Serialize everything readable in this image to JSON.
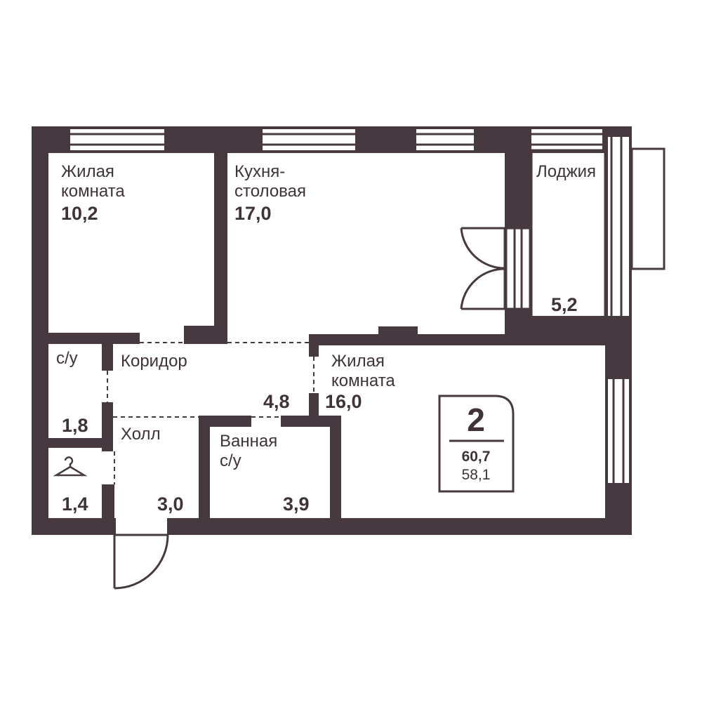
{
  "colors": {
    "wall": "#463a40",
    "background": "#ffffff",
    "window": "#ffffff"
  },
  "rooms": {
    "living_room_1": {
      "name_line1": "Жилая",
      "name_line2": "комната",
      "area": "10,2"
    },
    "kitchen": {
      "name_line1": "Кухня-",
      "name_line2": "столовая",
      "area": "17,0"
    },
    "loggia": {
      "name": "Лоджия",
      "area": "5,2"
    },
    "wc_1": {
      "name": "с/у",
      "area": "1,8"
    },
    "corridor": {
      "name": "Коридор",
      "area": "4,8"
    },
    "living_room_2": {
      "name_line1": "Жилая",
      "name_line2": "комната",
      "area": "16,0"
    },
    "hall": {
      "name": "Холл",
      "area": "3,0"
    },
    "closet": {
      "area": "1,4",
      "icon": "hanger-icon"
    },
    "bathroom": {
      "name_line1": "Ванная",
      "name_line2": "с/у",
      "area": "3,9"
    }
  },
  "badge": {
    "rooms": "2",
    "total_area": "60,7",
    "living_area": "58,1"
  }
}
